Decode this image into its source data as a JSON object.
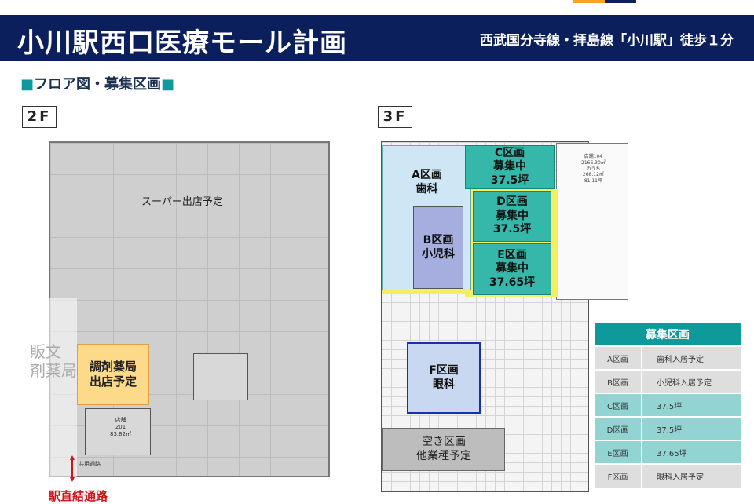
{
  "header": {
    "title": "小川駅西口医療モール計画",
    "subtitle": "西武国分寺線・拝島線「小川駅」徒歩１分"
  },
  "section": {
    "square": "■",
    "title": "フロア図・募集区画"
  },
  "floor2": {
    "label": "2F",
    "supermarket": "スーパー出店予定",
    "pharmacy": "調剤薬局\n出店予定",
    "store": "店舗",
    "store_no": "201",
    "store_area": "83.82㎡",
    "corridor": "共用通路",
    "station_passage": "駅直結通路",
    "bg_sign1": "販文",
    "bg_sign2": "剤薬局"
  },
  "floor3": {
    "label": "3F",
    "zones": {
      "A": [
        "A区画",
        "歯科"
      ],
      "B": [
        "B区画",
        "小児科"
      ],
      "C": [
        "C区画",
        "募集中",
        "37.5坪"
      ],
      "D": [
        "D区画",
        "募集中",
        "37.5坪"
      ],
      "E": [
        "E区画",
        "募集中",
        "37.65坪"
      ],
      "F": [
        "F区画",
        "眼科"
      ],
      "G": [
        "空き区画",
        "他業種予定"
      ]
    },
    "store104": [
      "店舗104",
      "2166.30㎡",
      "のうち",
      "268.12㎡",
      "81.11坪"
    ]
  },
  "recruit_table": {
    "title": "募集区画",
    "rows": [
      {
        "zone": "A区画",
        "info": "歯科入居予定",
        "status": "reserved"
      },
      {
        "zone": "B区画",
        "info": "小児科入居予定",
        "status": "reserved"
      },
      {
        "zone": "C区画",
        "info": "37.5坪",
        "status": "open"
      },
      {
        "zone": "D区画",
        "info": "37.5坪",
        "status": "open"
      },
      {
        "zone": "E区画",
        "info": "37.65坪",
        "status": "open"
      },
      {
        "zone": "F区画",
        "info": "眼科入居予定",
        "status": "reserved"
      }
    ]
  },
  "colors": {
    "navy": "#0a1f5c",
    "teal": "#0e9a9a",
    "open_zone": "#35b8aa",
    "pharmacy": "#fdd98a",
    "red": "#d0141a"
  }
}
